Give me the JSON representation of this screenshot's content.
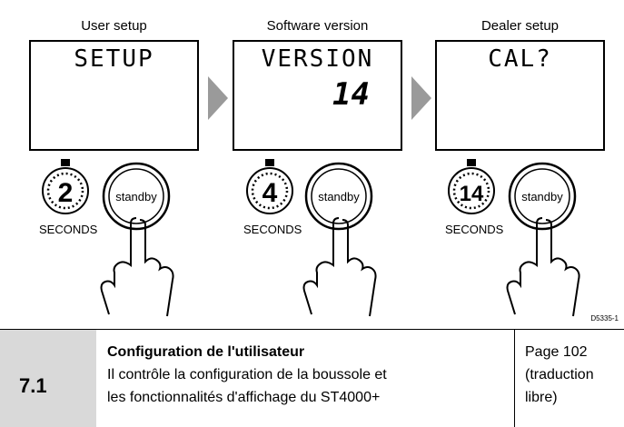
{
  "panels": [
    {
      "title": "User setup",
      "display_line1": "SETUP",
      "display_line2": "",
      "timer": "2",
      "button": "standby",
      "seconds_label": "SECONDS"
    },
    {
      "title": "Software version",
      "display_line1": "VERSION",
      "display_line2": "14",
      "timer": "4",
      "button": "standby",
      "seconds_label": "SECONDS"
    },
    {
      "title": "Dealer setup",
      "display_line1": "CAL?",
      "display_line2": "",
      "timer": "14",
      "button": "standby",
      "seconds_label": "SECONDS"
    }
  ],
  "figure_code": "D5335-1",
  "caption": {
    "number": "7.1",
    "title": "Configuration de l'utilisateur",
    "description_line1": "Il contrôle la configuration de la boussole et",
    "description_line2": "les fonctionnalités d'affichage du ST4000+",
    "page_line1": "Page 102",
    "page_line2": "(traduction",
    "page_line3": "libre)"
  }
}
